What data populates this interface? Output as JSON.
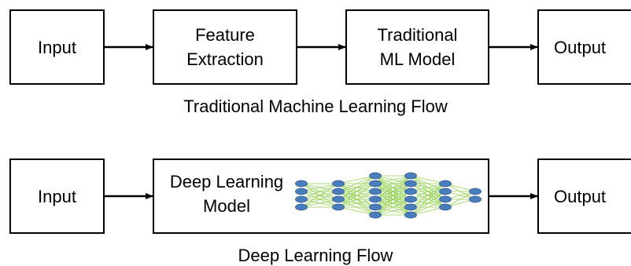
{
  "flow1": {
    "input": "Input",
    "feature": "Feature\nExtraction",
    "model": "Traditional\nML Model",
    "output": "Output",
    "caption": "Traditional Machine Learning Flow"
  },
  "flow2": {
    "input": "Input",
    "model": "Deep Learning\nModel",
    "output": "Output",
    "caption": "Deep Learning Flow"
  },
  "colors": {
    "node": "#4a7ebb",
    "node_stroke": "#2f5597",
    "edge": "#92d050",
    "line": "#000000"
  },
  "network_layers": [
    4,
    4,
    6,
    6,
    4,
    2
  ]
}
